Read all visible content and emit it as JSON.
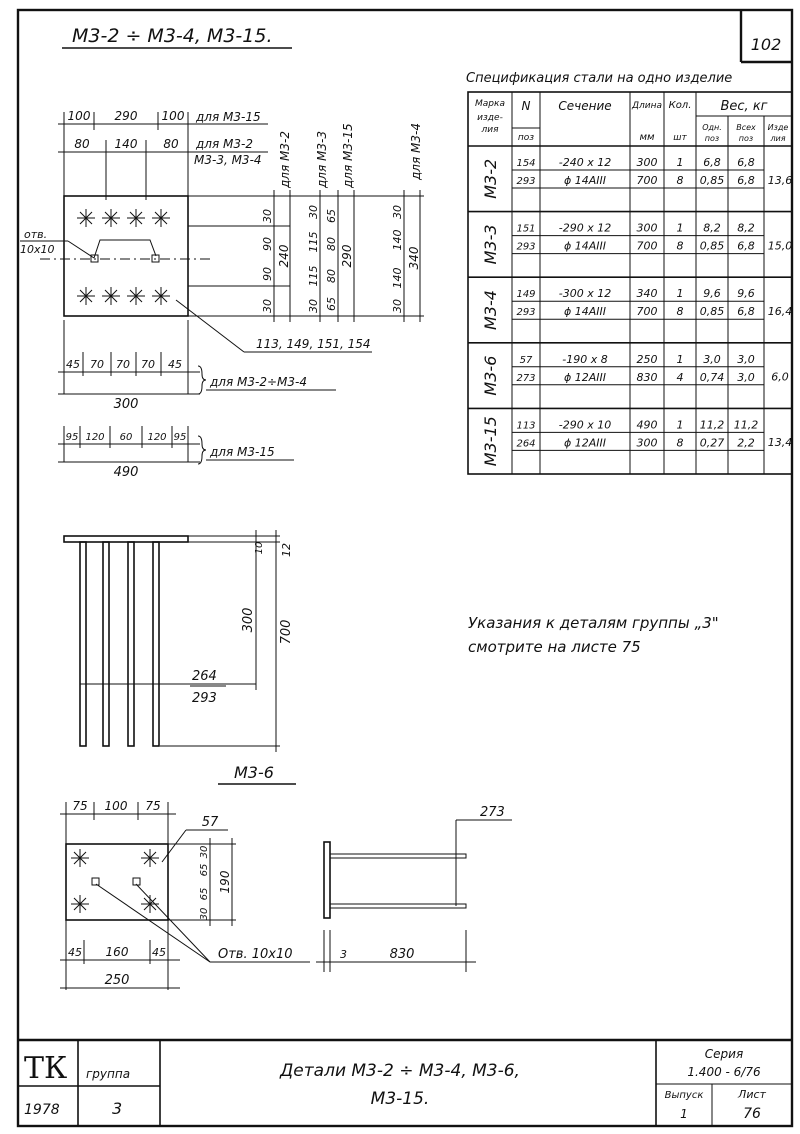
{
  "header": {
    "title": "М3-2 ÷ М3-4, М3-15.",
    "page_number": "102"
  },
  "plan_m32_15": {
    "dims_top_m315": [
      "100",
      "290",
      "100"
    ],
    "label_m315": "для М3-15",
    "dims_top_m32": [
      "80",
      "140",
      "80"
    ],
    "label_m32_line1": "для М3-2",
    "label_m32_line2": "М3-3, М3-4",
    "hole_label_line1": "отв.",
    "hole_label_line2": "10x10",
    "callout_positions": "113, 149, 151, 154",
    "dims_bottom_m32": [
      "45",
      "70",
      "70",
      "70",
      "45"
    ],
    "total_m32": "300",
    "label_bottom_m32": "для М3-2÷М3-4",
    "dims_bottom_m315": [
      "95",
      "120",
      "60",
      "120",
      "95"
    ],
    "total_m315": "490",
    "label_bottom_m315": "для М3-15",
    "side_dims": {
      "m32": {
        "label": "для М3-2",
        "parts": [
          "30",
          "90",
          "90",
          "30"
        ],
        "total": "240"
      },
      "m33": {
        "label": "для М3-3",
        "parts": [
          "30",
          "115",
          "115",
          "30"
        ]
      },
      "m315": {
        "label": "для М3-15",
        "parts": [
          "65",
          "80",
          "80",
          "65"
        ],
        "total": "290"
      },
      "m34": {
        "label": "для М3-4",
        "parts": [
          "30",
          "140",
          "140",
          "30"
        ],
        "total": "340"
      }
    }
  },
  "spec": {
    "title": "Спецификация стали на одно изделие",
    "headers": {
      "mark": [
        "Марка",
        "изде-",
        "лия"
      ],
      "num": [
        "N",
        "поз"
      ],
      "section": "Сечение",
      "length": [
        "Длина",
        "мм"
      ],
      "qty": [
        "Кол.",
        "шт"
      ],
      "weight": "Вес, кг",
      "w_one": [
        "Одн.",
        "поз"
      ],
      "w_all": [
        "Всех",
        "поз"
      ],
      "w_item": [
        "Изде",
        "лия"
      ]
    },
    "groups": [
      {
        "mark": "М3-2",
        "total": "13,6",
        "rows": [
          {
            "pos": "154",
            "section": "-240 х 12",
            "length": "300",
            "qty": "1",
            "one": "6,8",
            "all": "6,8"
          },
          {
            "pos": "293",
            "section": "ϕ 14АIII",
            "length": "700",
            "qty": "8",
            "one": "0,85",
            "all": "6,8"
          }
        ]
      },
      {
        "mark": "М3-3",
        "total": "15,0",
        "rows": [
          {
            "pos": "151",
            "section": "-290 х 12",
            "length": "300",
            "qty": "1",
            "one": "8,2",
            "all": "8,2"
          },
          {
            "pos": "293",
            "section": "ϕ 14АIII",
            "length": "700",
            "qty": "8",
            "one": "0,85",
            "all": "6,8"
          }
        ]
      },
      {
        "mark": "М3-4",
        "total": "16,4",
        "rows": [
          {
            "pos": "149",
            "section": "-300 х 12",
            "length": "340",
            "qty": "1",
            "one": "9,6",
            "all": "9,6"
          },
          {
            "pos": "293",
            "section": "ϕ 14АIII",
            "length": "700",
            "qty": "8",
            "one": "0,85",
            "all": "6,8"
          }
        ]
      },
      {
        "mark": "М3-6",
        "total": "6,0",
        "rows": [
          {
            "pos": "57",
            "section": "-190 х 8",
            "length": "250",
            "qty": "1",
            "one": "3,0",
            "all": "3,0"
          },
          {
            "pos": "273",
            "section": "ϕ 12АIII",
            "length": "830",
            "qty": "4",
            "one": "0,74",
            "all": "3,0"
          }
        ]
      },
      {
        "mark": "М3-15",
        "total": "13,4",
        "rows": [
          {
            "pos": "113",
            "section": "-290 х 10",
            "length": "490",
            "qty": "1",
            "one": "11,2",
            "all": "11,2"
          },
          {
            "pos": "264",
            "section": "ϕ 12АIII",
            "length": "300",
            "qty": "8",
            "one": "0,27",
            "all": "2,2"
          }
        ]
      }
    ]
  },
  "elevation": {
    "dim_plate": "10",
    "dim_plate2": "12",
    "dim_short": "300",
    "dim_long": "700",
    "pos_a": "264",
    "pos_b": "293"
  },
  "note": {
    "line1": "Указания к деталям группы „3\"",
    "line2": "смотрите на листе 75"
  },
  "m36": {
    "title": "М3-6",
    "dims_top": [
      "75",
      "100",
      "75"
    ],
    "callout_plate": "57",
    "side_dims": [
      "30",
      "65",
      "65",
      "30"
    ],
    "side_total": "190",
    "dims_bottom": [
      "45",
      "160",
      "45"
    ],
    "total": "250",
    "hole_label": "Отв. 10x10",
    "rod_pos": "273",
    "plate_thk": "3",
    "rod_len": "830"
  },
  "title_block": {
    "logo": "ТК",
    "group_label": "группа",
    "year": "1978",
    "group_value": "3",
    "name_line1": "Детали М3-2 ÷ М3-4, М3-6,",
    "name_line2": "М3-15.",
    "series_label": "Серия",
    "series_value": "1.400 - 6/76",
    "issue_label": "Выпуск",
    "issue_value": "1",
    "sheet_label": "Лист",
    "sheet_value": "76"
  }
}
